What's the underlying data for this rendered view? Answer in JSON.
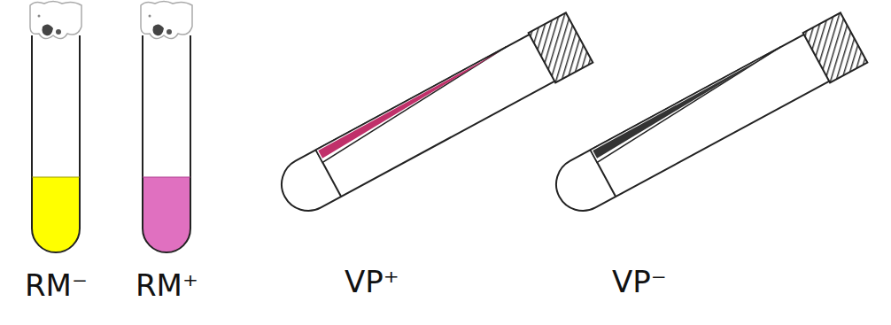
{
  "diagram": {
    "labels": [
      "RM⁻",
      "RM⁺",
      "VP⁺",
      "VP⁻"
    ]
  }
}
